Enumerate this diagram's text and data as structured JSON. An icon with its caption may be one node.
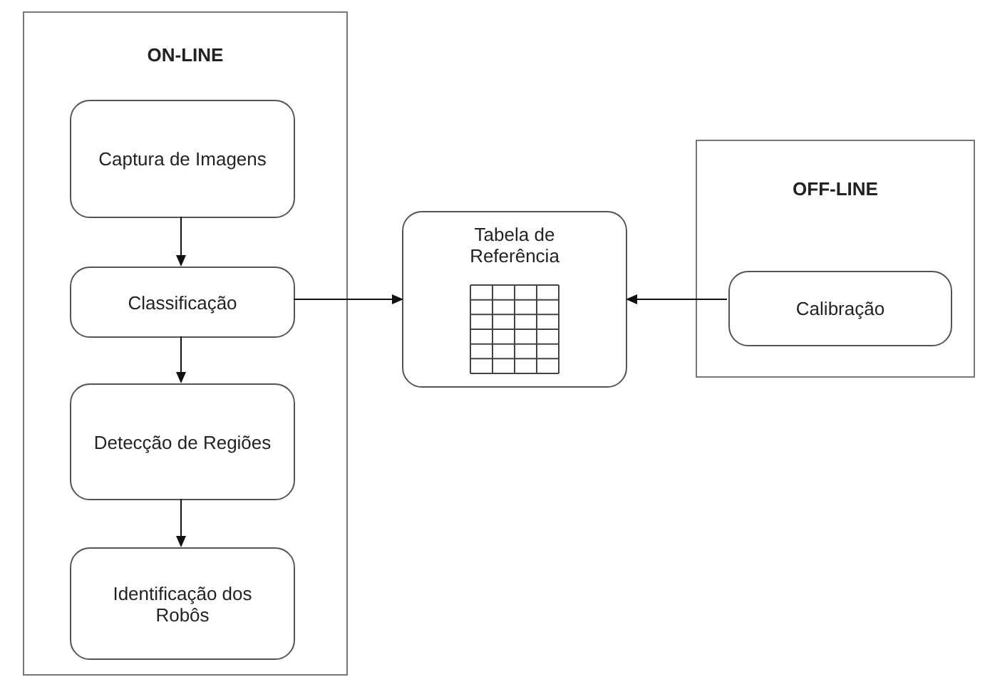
{
  "diagram": {
    "nodes": [
      {
        "text": [
          "ON-LINE"
        ]
      },
      {
        "text": [
          "Captura de Imagens"
        ],
        "in": 0
      },
      {
        "text": [
          "Classificação"
        ],
        "in": 0
      },
      {
        "text": [
          "Detecção de Regiões"
        ],
        "in": 0
      },
      {
        "text": [
          "Identificação dos Robôs"
        ],
        "in": 0
      },
      {
        "text": [
          "Tabela de Referência"
        ]
      },
      {
        "text": [
          "OFF-LINE"
        ]
      },
      {
        "text": [
          "Calibração"
        ],
        "in": 6
      }
    ],
    "edges": [
      {
        "from": 1,
        "to": 2,
        "arrow": "to"
      },
      {
        "from": 2,
        "to": 3,
        "arrow": "to"
      },
      {
        "from": 3,
        "to": 4,
        "arrow": "to"
      },
      {
        "from": 2,
        "to": 5,
        "arrow": "to"
      },
      {
        "from": 7,
        "to": 5,
        "arrow": "to"
      }
    ]
  }
}
